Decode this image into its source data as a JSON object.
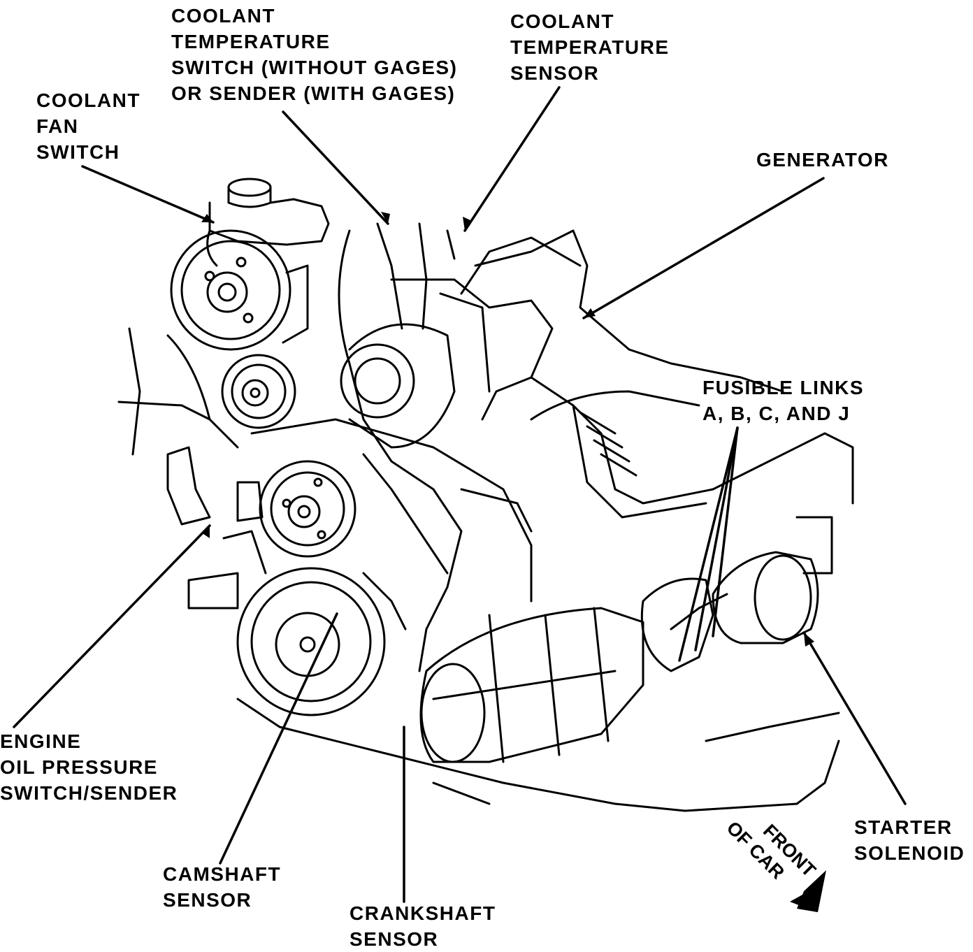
{
  "labels": {
    "coolant_fan_switch": [
      "COOLANT",
      "FAN",
      "SWITCH"
    ],
    "coolant_temp_switch": [
      "COOLANT",
      "TEMPERATURE",
      "SWITCH (WITHOUT GAGES)",
      "OR SENDER (WITH GAGES)"
    ],
    "coolant_temp_sensor": [
      "COOLANT",
      "TEMPERATURE",
      "SENSOR"
    ],
    "generator": [
      "GENERATOR"
    ],
    "fusible_links": [
      "FUSIBLE LINKS",
      "A, B, C, AND J"
    ],
    "engine_oil_pressure": [
      "ENGINE",
      "OIL PRESSURE",
      "SWITCH/SENDER"
    ],
    "camshaft_sensor": [
      "CAMSHAFT",
      "SENSOR"
    ],
    "crankshaft_sensor": [
      "CRANKSHAFT",
      "SENSOR"
    ],
    "starter_solenoid": [
      "STARTER",
      "SOLENOID"
    ],
    "front_of_car": [
      "FRONT",
      "OF CAR"
    ]
  },
  "colors": {
    "ink": "#000000",
    "paper": "#ffffff"
  }
}
